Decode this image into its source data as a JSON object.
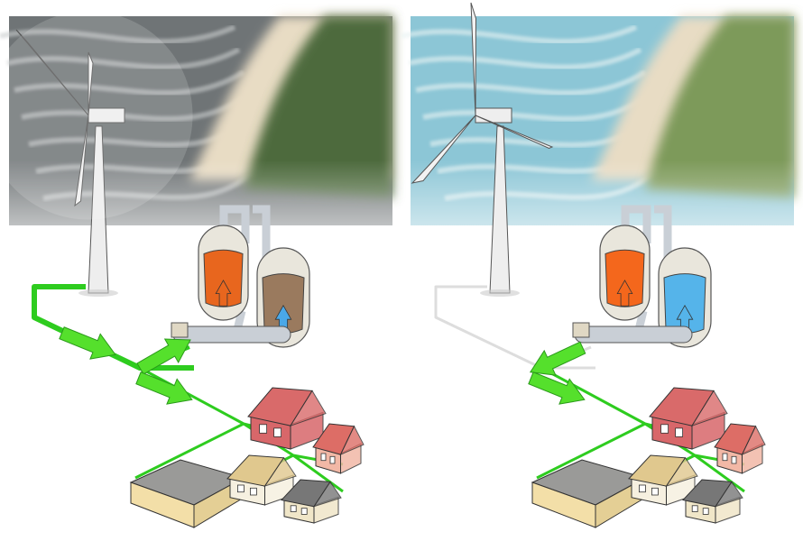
{
  "panels": [
    {
      "id": "left",
      "scene": "storm",
      "sea_color": "#6f7476",
      "wave_color": "#c9cccd",
      "land_color": "#4e6a3d",
      "grid_line_color": "#33cc22",
      "turbine_blur": true,
      "tank_left_fill": "#e8661e",
      "tank_right_fill": "#9a7a5e",
      "tank_right_accent": "#4aa8e8",
      "flow_arrows": [
        "to-storage",
        "to-grid",
        "to-grid-secondary"
      ]
    },
    {
      "id": "right",
      "scene": "calm",
      "sea_color": "#8cc6d6",
      "wave_color": "#e8f3f3",
      "land_color": "#7d9a5a",
      "grid_line_color": "#e6e6e6",
      "turbine_blur": false,
      "tank_left_fill": "#f4671c",
      "tank_right_fill": "#55b4ea",
      "tank_right_accent": "#55b4ea",
      "flow_arrows": [
        "from-storage",
        "to-grid"
      ]
    }
  ],
  "colors": {
    "green_line": "#2ecc1f",
    "green_arrow": "#55e02c",
    "house_red": "#d8676a",
    "house_pink": "#f2b8a6",
    "warehouse_roof": "#9a9a98",
    "warehouse_wall": "#f3dfa8",
    "thatch": "#e0c88e",
    "tank_body": "#e9e6dc",
    "pipe": "#c9cfd6"
  }
}
